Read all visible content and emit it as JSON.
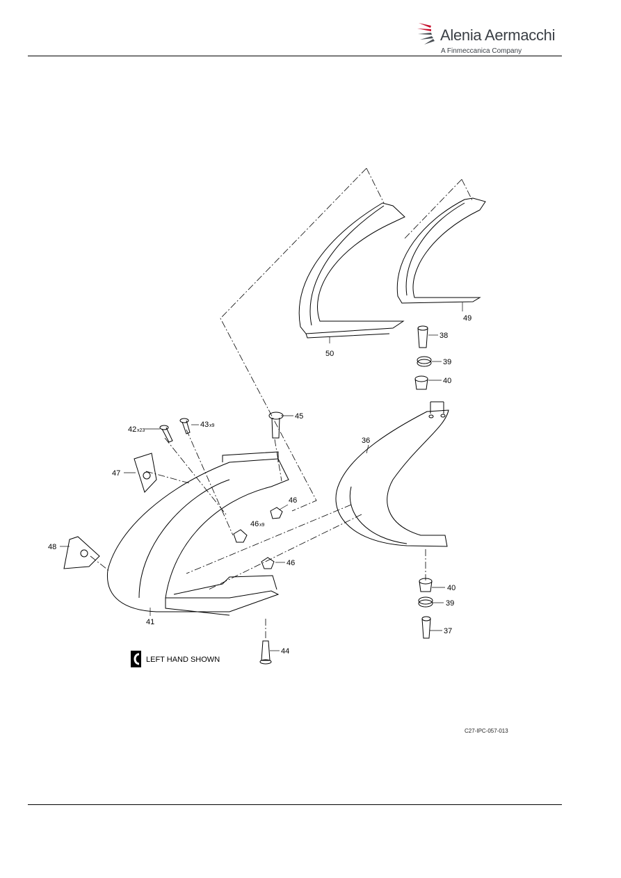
{
  "header": {
    "company_name": "Alenia Aermacchi",
    "tagline": "A Finmeccanica Company"
  },
  "drawing": {
    "note": "LEFT HAND SHOWN",
    "drawing_code": "C27-IPC-057-013",
    "callouts": [
      {
        "label": "50",
        "qty": ""
      },
      {
        "label": "49",
        "qty": ""
      },
      {
        "label": "38",
        "qty": ""
      },
      {
        "label": "39",
        "qty": ""
      },
      {
        "label": "40",
        "qty": ""
      },
      {
        "label": "45",
        "qty": ""
      },
      {
        "label": "42",
        "qty": "x23"
      },
      {
        "label": "43",
        "qty": "x9"
      },
      {
        "label": "36",
        "qty": ""
      },
      {
        "label": "47",
        "qty": ""
      },
      {
        "label": "46",
        "qty": ""
      },
      {
        "label": "46",
        "qty": "x9"
      },
      {
        "label": "48",
        "qty": ""
      },
      {
        "label": "46",
        "qty": ""
      },
      {
        "label": "40",
        "qty": ""
      },
      {
        "label": "39",
        "qty": ""
      },
      {
        "label": "41",
        "qty": ""
      },
      {
        "label": "37",
        "qty": ""
      },
      {
        "label": "44",
        "qty": ""
      }
    ]
  }
}
